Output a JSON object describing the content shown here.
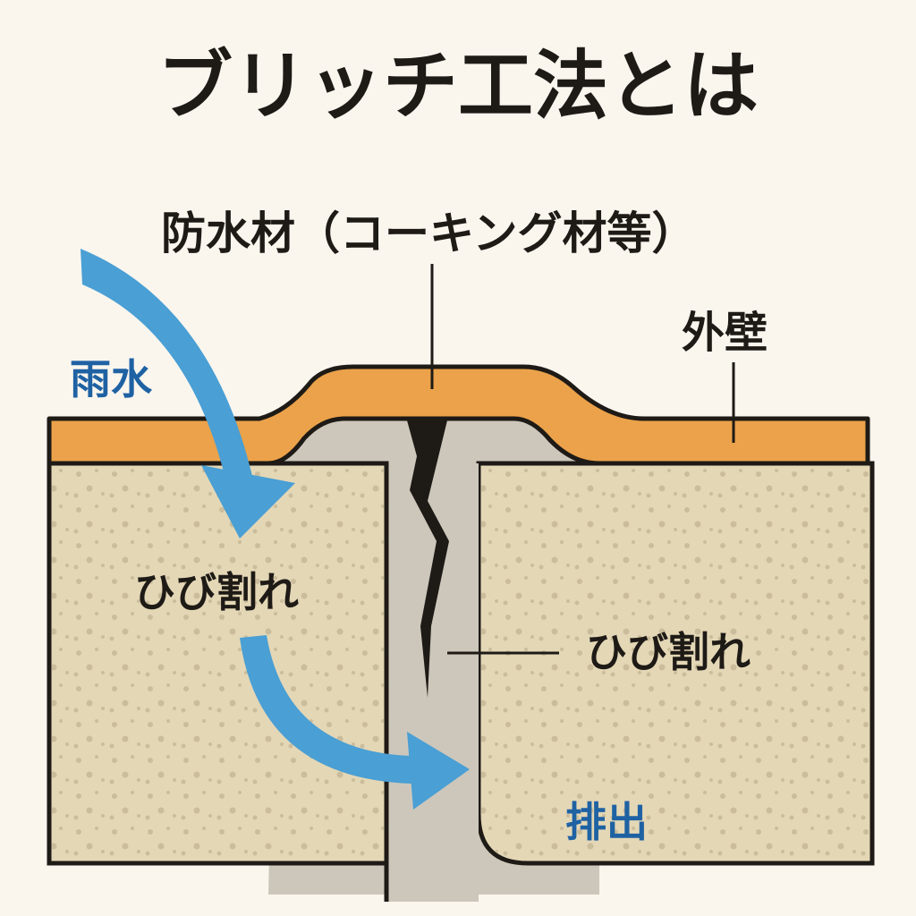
{
  "title": "ブリッチ工法とは",
  "labels": {
    "sealant": "防水材（コーキング材等）",
    "outer_wall": "外壁",
    "rain": "雨水",
    "crack_left": "ひび割れ",
    "crack_right": "ひび割れ",
    "drain": "排出"
  },
  "colors": {
    "background": "#faf6ee",
    "sealant": "#eba24a",
    "wall": "#e4d7b6",
    "gap": "#cdc7bb",
    "arrow": "#4a9fd4",
    "blue_text": "#1f62a3"
  }
}
